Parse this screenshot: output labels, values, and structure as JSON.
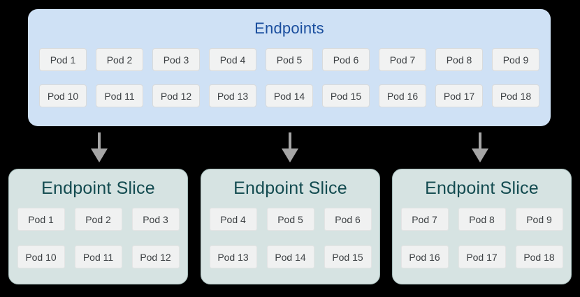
{
  "colors": {
    "page-bg": "#000000",
    "endpoints-fill": "#cfe1f5",
    "endpoints-title": "#1a4e9e",
    "slice-fill": "#d6e3e2",
    "slice-border": "#a6bdbb",
    "slice-title": "#134b50",
    "pod-fill": "#f1f2f2",
    "pod-border": "#d9dbdc",
    "slice-pod-fill": "#f0f1f1",
    "slice-pod-border": "#e3e4e4",
    "pod-text": "#3c4043",
    "arrow": "#a5a5a5"
  },
  "endpoints": {
    "title": "Endpoints",
    "pods": [
      "Pod 1",
      "Pod 2",
      "Pod 3",
      "Pod 4",
      "Pod 5",
      "Pod 6",
      "Pod 7",
      "Pod 8",
      "Pod 9",
      "Pod 10",
      "Pod 11",
      "Pod 12",
      "Pod 13",
      "Pod 14",
      "Pod 15",
      "Pod 16",
      "Pod 17",
      "Pod 18"
    ]
  },
  "arrows": [
    {
      "icon": "arrow-down-icon"
    },
    {
      "icon": "arrow-down-icon"
    },
    {
      "icon": "arrow-down-icon"
    }
  ],
  "slices": [
    {
      "title": "Endpoint Slice",
      "pods": [
        "Pod 1",
        "Pod 2",
        "Pod 3",
        "Pod 10",
        "Pod 11",
        "Pod 12"
      ]
    },
    {
      "title": "Endpoint Slice",
      "pods": [
        "Pod 4",
        "Pod 5",
        "Pod 6",
        "Pod 13",
        "Pod 14",
        "Pod 15"
      ]
    },
    {
      "title": "Endpoint Slice",
      "pods": [
        "Pod 7",
        "Pod 8",
        "Pod 9",
        "Pod 16",
        "Pod 17",
        "Pod 18"
      ]
    }
  ]
}
